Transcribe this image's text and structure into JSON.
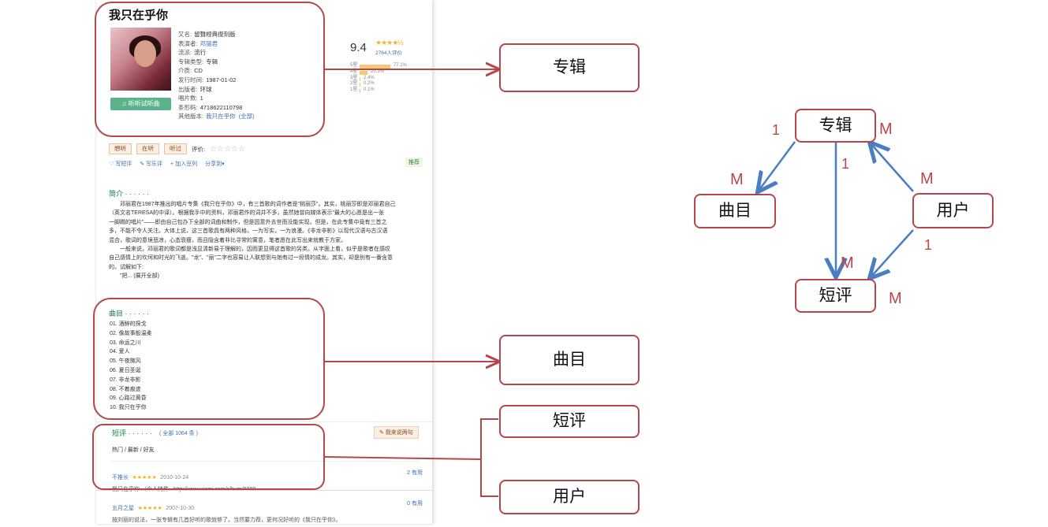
{
  "album": {
    "title": "我只在乎你",
    "info": [
      {
        "k": "又名:",
        "v": "留聲經典復刻版"
      },
      {
        "k": "表演者:",
        "v": "邓丽君"
      },
      {
        "k": "流派:",
        "v": "流行"
      },
      {
        "k": "专辑类型:",
        "v": "专辑"
      },
      {
        "k": "介质:",
        "v": "CD"
      },
      {
        "k": "发行时间:",
        "v": "1987-01-02"
      },
      {
        "k": "出版者:",
        "v": "环球"
      },
      {
        "k": "唱片数:",
        "v": "1"
      },
      {
        "k": "条形码:",
        "v": "4718622110798"
      },
      {
        "k": "其他版本:",
        "v": "我只在乎你",
        "extra": "(全部)"
      }
    ],
    "listen_label": "♫ 听听试听曲",
    "score": "9.4",
    "stars": "★★★★½",
    "votes": "2764人评价",
    "rating_dist": [
      {
        "label": "5星",
        "pct": "77.1%",
        "frac": 0.771
      },
      {
        "label": "4星",
        "pct": "20.3%",
        "frac": 0.203
      },
      {
        "label": "3星",
        "pct": "2.4%",
        "frac": 0.024
      },
      {
        "label": "2星",
        "pct": "0.2%",
        "frac": 0.002
      },
      {
        "label": "1星",
        "pct": "0.1%",
        "frac": 0.001
      }
    ],
    "actions": [
      "想听",
      "在听",
      "听过"
    ],
    "rate_label": "评价:",
    "rate_stars": "☆☆☆☆☆",
    "links": [
      "♡ 写短评",
      "✎ 写乐评",
      "+ 加入豆列",
      "分享到▾"
    ],
    "recommend": "推荐",
    "intro_title": "简介 · · · · · ·",
    "intro_lines": [
      "邓丽君在1987年推出的唱片专集《我只在乎你》中，有三首歌的词作者是\"桃丽莎\"。其实，桃丽莎即是邓丽君自己",
      "（英文名TERESA的中译）。根据我手中的资料，邓丽君作的词并不多，虽然她曾向媒体表示\"最大的心愿是出一张",
      "一脚踢的唱片\"——即由自己包办下全部的词曲和制作，但是因意外去世而没能实现。但是，在此专集中竟有三首之",
      "多，不能不令人关注。大体上说，这三首歌具有两种风格，一为写实，一为浪漫。《非龙非影》以现代汉语与古汉语",
      "混合，歌词的意境悲凉，心态衰瘦，而且隐含着非比寻常的寓意，笔者愿在此写出来就教于方家。",
      "一般来说，邓丽君的歌词都是浅显清新易于理解的，因而更显得这首歌的另类。从字面上看，似乎是歌者在感叹",
      "自己感情上的坎坷和时光的飞逝。\"龙\"、\"丽\"二字也容易让人联想到与她有过一段情的成龙。其实，却是别有一番含意",
      "的。试解如下:",
      "\"把... (展开全部)"
    ],
    "tracks_title": "曲目 · · · · · ·",
    "tracks": [
      "01. 酒醉的探戈",
      "02. 像故事般温柔",
      "03. 命运之川",
      "04. 爱人",
      "05. 午夜微风",
      "06. 夏日圣诞",
      "07. 非龙非影",
      "08. 不着痕迹",
      "09. 心路过黄昏",
      "10. 我只在乎你"
    ],
    "short_title": "短评 · · · · · ·",
    "short_count": "( 全部 1064 条 )",
    "short_button": "✎ 我来说两句",
    "short_tabs": "热门 / 最新 / 好友",
    "comments": [
      {
        "user": "不推长",
        "stars": "★★★★★",
        "date": "2010-10-24",
        "useful": "2 有用",
        "text": "我只在乎你 （个人特殊~ http://www.xiami.com/album/8000"
      },
      {
        "user": "五月之星",
        "stars": "★★★★★",
        "date": "2007-10-30",
        "useful": "0 有用",
        "text": "按刘丽的说法，一张专辑有几首好听的歌就够了。当然要力荐，更何况好听的《我只在乎你》。"
      }
    ]
  },
  "callouts": {
    "album": "专辑",
    "tracks": "曲目",
    "short": "短评",
    "user": "用户"
  },
  "er": {
    "album": "专辑",
    "tracks": "曲目",
    "user": "用户",
    "short": "短评",
    "labels": {
      "album_tracks_album": "1",
      "album_tracks_tracks": "M",
      "album_right": "M",
      "album_short": "1",
      "short_top": "M",
      "user_album": "M",
      "user_short": "1",
      "short_right": "M"
    }
  },
  "colors": {
    "accent": "#b5474b",
    "arrow": "#4a7ec2",
    "green": "#0e7d3f"
  }
}
